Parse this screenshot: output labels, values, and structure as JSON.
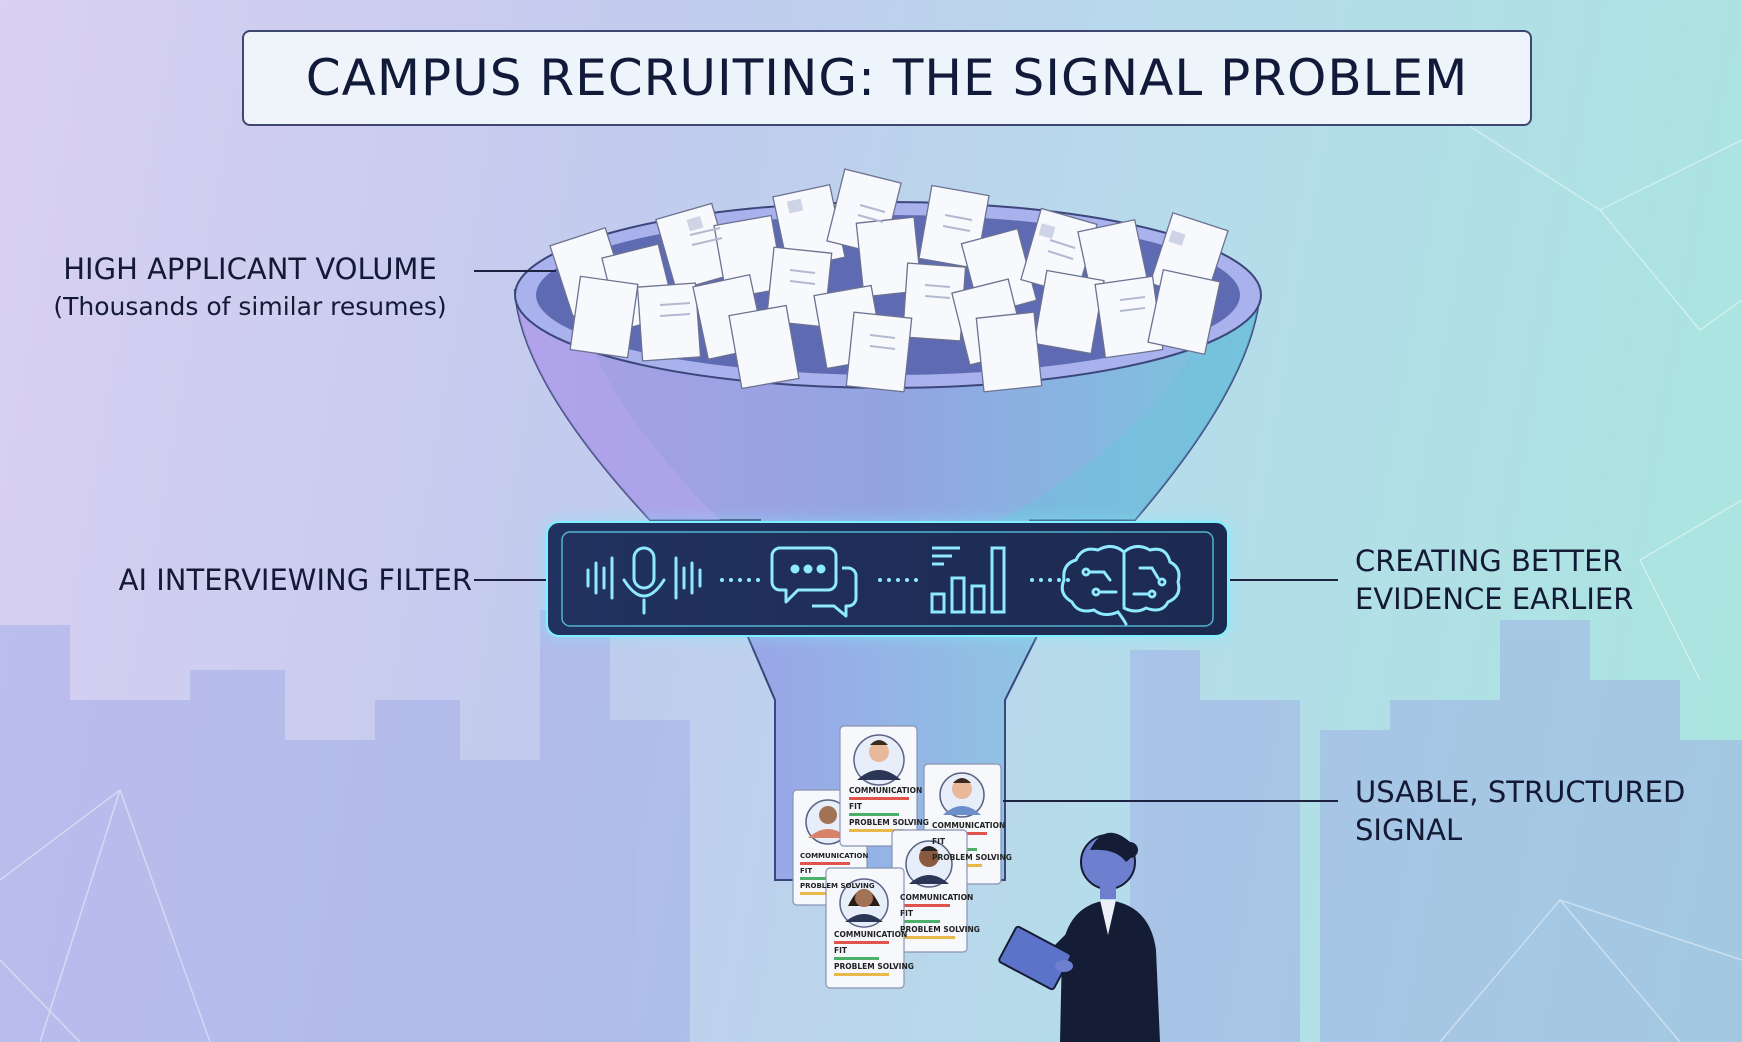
{
  "title": "CAMPUS RECRUITING: THE SIGNAL PROBLEM",
  "labels": {
    "volume": "HIGH APPLICANT VOLUME",
    "volume_sub": "(Thousands of similar resumes)",
    "filter": "AI INTERVIEWING FILTER",
    "evidence_line1": "CREATING BETTER",
    "evidence_line2": "EVIDENCE EARLIER",
    "signal_line1": "USABLE, STRUCTURED",
    "signal_line2": "SIGNAL"
  },
  "card_labels": {
    "communication": "COMMUNICATION",
    "fit": "FIT",
    "problem_solving": "PROBLEM SOLVING"
  },
  "filter_icons": [
    "waveform-microphone-icon",
    "chat-bubbles-icon",
    "bar-chart-icon",
    "brain-circuit-icon"
  ],
  "colors": {
    "title_text": "#121a3a",
    "funnel": "#8f9be0",
    "filter_panel": "#1f2d55",
    "filter_glow": "#7ff0ff",
    "bar_red": "#e0544c",
    "bar_green": "#4caf6a",
    "bar_yellow": "#e8b84a"
  }
}
